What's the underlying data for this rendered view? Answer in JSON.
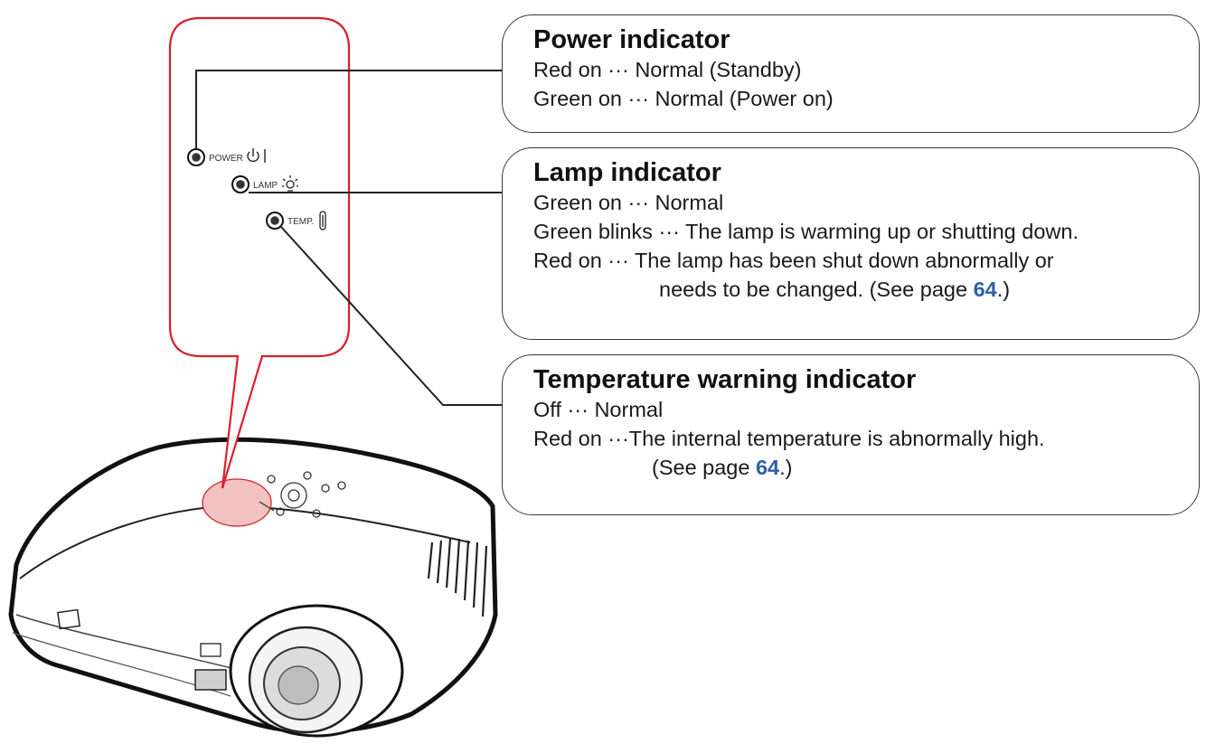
{
  "panel": {
    "power_label": "POWER",
    "lamp_label": "LAMP",
    "temp_label": "TEMP."
  },
  "callouts": {
    "power": {
      "title": "Power indicator",
      "lines": [
        "Red on ··· Normal (Standby)",
        "Green on ··· Normal (Power on)"
      ]
    },
    "lamp": {
      "title": "Lamp indicator",
      "line1": "Green on ··· Normal",
      "line2": "Green blinks ··· The lamp is warming up or shutting down.",
      "line3": "Red on ··· The lamp has been shut down abnormally or",
      "line4_prefix": "needs to be changed. (See page ",
      "line4_page": "64",
      "line4_suffix": ".)"
    },
    "temp": {
      "title": "Temperature warning indicator",
      "line1": "Off ··· Normal",
      "line2": "Red on ···The internal temperature is abnormally high.",
      "line3_prefix": "(See page ",
      "line3_page": "64",
      "line3_suffix": ".)"
    }
  },
  "colors": {
    "accent_red": "#d8202a",
    "page_link": "#2d5fa8",
    "highlight_pink": "#f2c2c2"
  }
}
